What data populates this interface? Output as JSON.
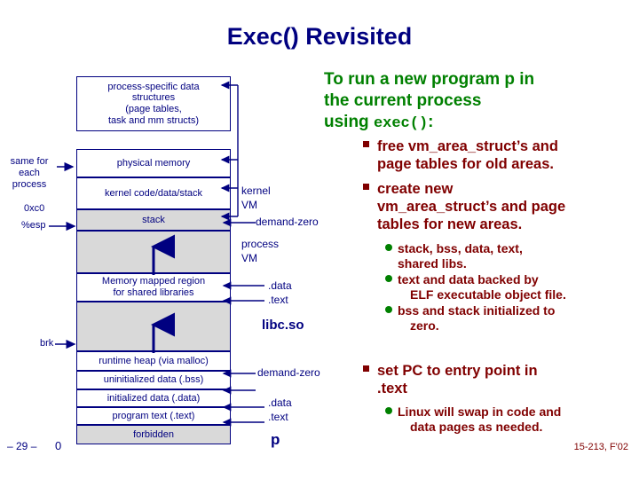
{
  "slide": {
    "title": "Exec() Revisited",
    "footer_left": "– 29 –",
    "footer_right": "15-213, F'02"
  },
  "diagram": {
    "boxes": [
      {
        "label": "process-specific data structures\n(page tables,\ntask and mm structs)",
        "lines": [
          "process-specific data",
          "structures",
          "(page tables,",
          "task and mm structs)"
        ]
      },
      {
        "lines": [
          "physical memory"
        ]
      },
      {
        "lines": [
          "kernel code/data/stack"
        ]
      },
      {
        "lines": [
          "stack"
        ]
      },
      {
        "lines": []
      },
      {
        "lines": [
          "Memory mapped region",
          "for shared libraries"
        ]
      },
      {
        "lines": []
      },
      {
        "lines": [
          "runtime heap (via malloc)"
        ]
      },
      {
        "lines": [
          "uninitialized data (.bss)"
        ]
      },
      {
        "lines": [
          "initialized data (.data)"
        ]
      },
      {
        "lines": [
          "program text (.text)"
        ]
      },
      {
        "lines": [
          "forbidden"
        ]
      }
    ],
    "side_labels": {
      "same_for_each_process": [
        "same for",
        "each",
        "process"
      ],
      "addr_0xc0": "0xc0",
      "esp": "%esp",
      "brk": "brk",
      "zero": "0"
    }
  },
  "middle_labels": {
    "kernel_vm": [
      "kernel",
      "VM"
    ],
    "demand_zero_top": "demand-zero",
    "process_vm": [
      "process",
      "VM"
    ],
    "data_top": ".data",
    "text_top": ".text",
    "libc": "libc.so",
    "demand_zero_bottom": "demand-zero",
    "data_bottom": ".data",
    "text_bottom": ".text",
    "p": "p"
  },
  "right": {
    "heading_line1": "To run a new program p in",
    "heading_line2": "the current process",
    "heading_line3_pre": "using ",
    "heading_line3_mono": "exec()",
    "heading_line3_post": ":",
    "bullets": [
      {
        "text_lines": [
          "free vm_area_struct’s and",
          "page tables for old areas."
        ],
        "sub": []
      },
      {
        "text_lines": [
          "create new",
          "vm_area_struct’s and page",
          "tables for new areas."
        ],
        "sub": [
          [
            "stack, bss, data, text,",
            "shared libs."
          ],
          [
            "text and data backed by",
            "ELF executable object file."
          ],
          [
            "bss and stack initialized to",
            "zero."
          ]
        ]
      },
      {
        "text_lines": [
          "set PC to entry point in",
          ".text"
        ],
        "sub": [
          [
            "Linux will swap in code and",
            "data pages as needed."
          ]
        ]
      }
    ]
  },
  "colors": {
    "title": "#000080",
    "diagram_line": "#000080",
    "green": "#008000",
    "maroon": "#800000",
    "grey_fill": "#d9d9d9"
  }
}
